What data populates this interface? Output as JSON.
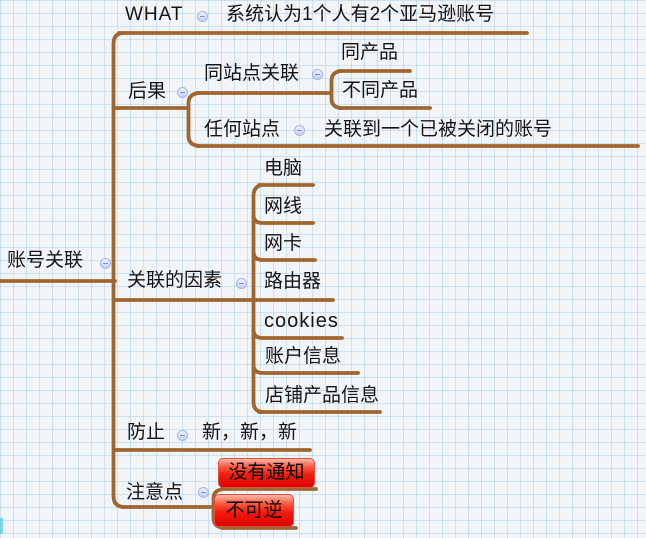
{
  "app": "mind-map",
  "topic": "账号关联思维导图",
  "colors": {
    "branch": "#a1662f",
    "text": "#141414",
    "background": "#f2f5f8",
    "grid_line": "#d7e7f4",
    "collapse_icon_fill": "#d6dff7",
    "collapse_icon_border": "#a6b6e6",
    "highlight_red_top": "#ffb9a8",
    "highlight_red_mid": "#f21d10",
    "highlight_red_bottom": "#dc0303"
  },
  "icons": {
    "collapse": "minus-circle"
  },
  "nodes": {
    "root": {
      "label": "账号关联"
    },
    "what": {
      "label": "WHAT"
    },
    "what_child": {
      "label": "系统认为1个人有2个亚马逊账号"
    },
    "consequence": {
      "label": "后果"
    },
    "same_site": {
      "label": "同站点关联"
    },
    "same_product": {
      "label": "同产品"
    },
    "diff_product": {
      "label": "不同产品"
    },
    "any_site": {
      "label": "任何站点"
    },
    "any_site_child": {
      "label": "关联到一个已被关闭的账号"
    },
    "factors": {
      "label": "关联的因素"
    },
    "computer": {
      "label": "电脑"
    },
    "cable": {
      "label": "网线"
    },
    "nic": {
      "label": "网卡"
    },
    "router": {
      "label": "路由器"
    },
    "cookies": {
      "label": "cookies"
    },
    "account_info": {
      "label": "账户信息"
    },
    "shop_info": {
      "label": "店铺产品信息"
    },
    "prevent": {
      "label": "防止"
    },
    "prevent_child": {
      "label": "新，新，新"
    },
    "notes": {
      "label": "注意点"
    },
    "no_notice": {
      "label": "没有通知"
    },
    "irreversible": {
      "label": "不可逆"
    }
  }
}
